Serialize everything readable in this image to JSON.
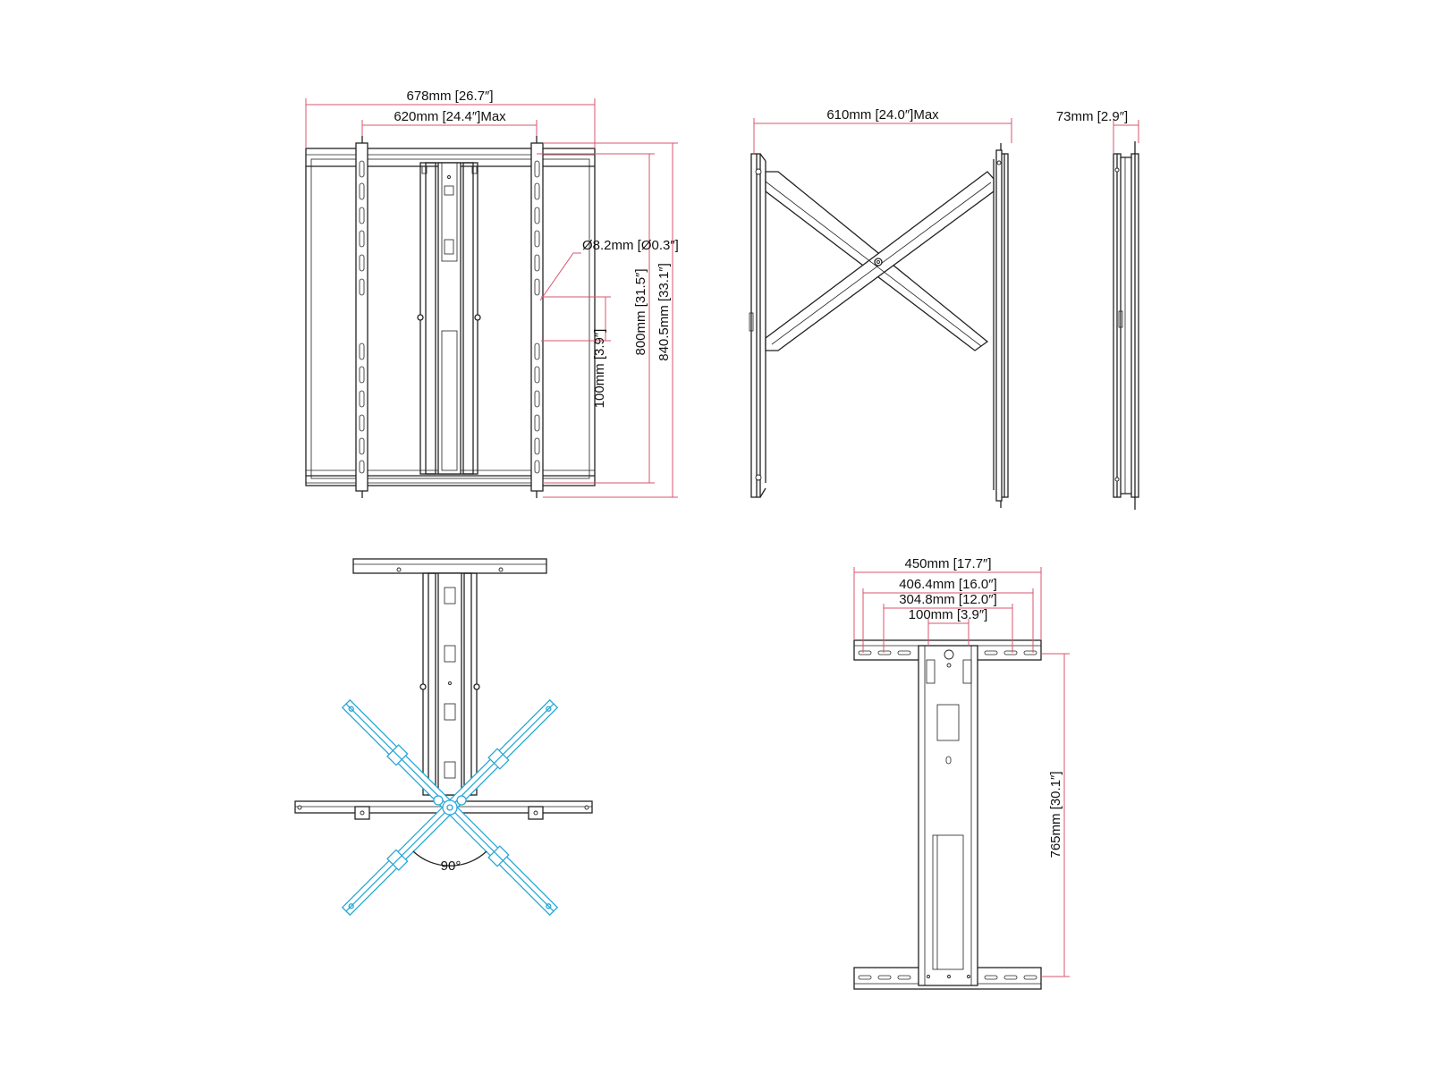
{
  "front_view": {
    "overall_width": "678mm [26.7″]",
    "vesa_width_max": "620mm [24.4″]Max",
    "hole_diameter": "Ø8.2mm [Ø0.3″]",
    "slot_pitch": "100mm [3.9″]",
    "vesa_height": "800mm [31.5″]",
    "overall_height": "840.5mm [33.1″]"
  },
  "side_view": {
    "width_max": "610mm [24.0″]Max"
  },
  "profile_view": {
    "depth": "73mm [2.9″]"
  },
  "top_view": {
    "rotation_angle": "90°"
  },
  "wall_plate_view": {
    "overall_width": "450mm [17.7″]",
    "hole_spacing_1": "406.4mm [16.0″]",
    "hole_spacing_2": "304.8mm [12.0″]",
    "hole_spacing_3": "100mm [3.9″]",
    "height": "765mm [30.1″]"
  },
  "colors": {
    "dimension_lines": "#d9546e",
    "outline": "#222222",
    "rotated_arms": "#27a7d8"
  }
}
